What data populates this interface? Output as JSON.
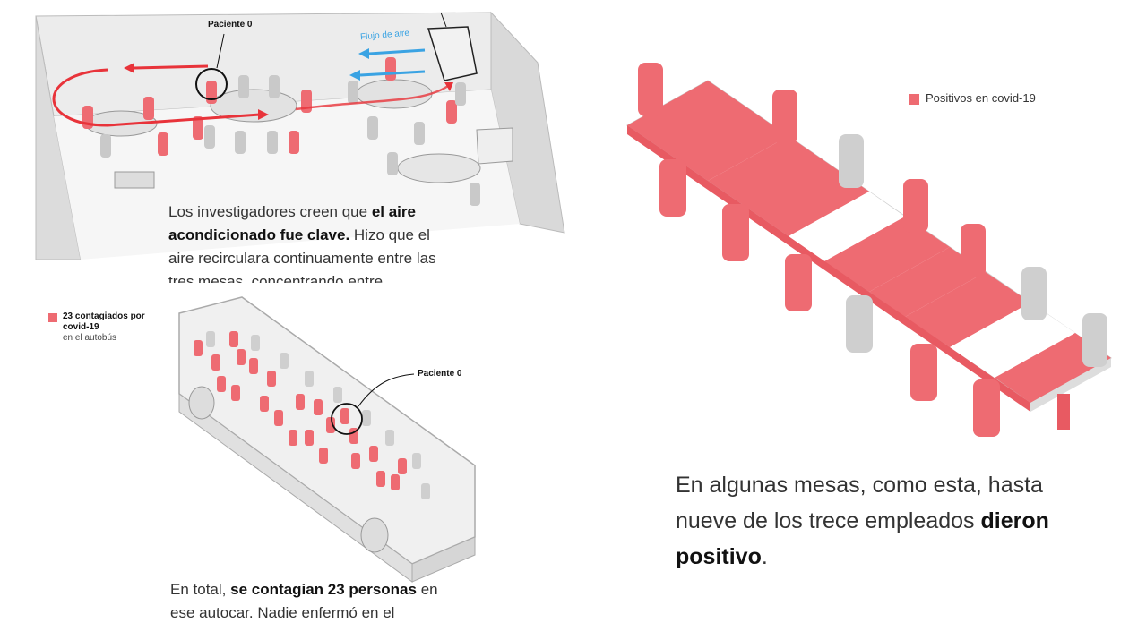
{
  "restaurant": {
    "patient_label": "Paciente 0",
    "airflow_label": "Flujo de aire",
    "caption": {
      "text_1": "Los investigadores creen que ",
      "bold": "el aire acondicionado fue clave.",
      "text_2": " Hizo que el aire recirculara continuamente entre las tres mesas, concentrando entre"
    }
  },
  "bus": {
    "legend_bold": "23 contagiados por covid-19",
    "legend_normal": "en el autobús",
    "patient_label": "Paciente 0",
    "caption": {
      "text_1": "En total, ",
      "bold": "se contagian 23 personas",
      "text_2": " en ese autocar. Nadie enfermó en el"
    }
  },
  "office": {
    "legend": "Positivos en covid-19",
    "caption": {
      "text_1": "En algunas mesas, como esta, hasta nueve de los trece empleados ",
      "bold": "dieron positivo",
      "text_2": "."
    }
  },
  "colors": {
    "positive": "#ee6b72",
    "negative": "#c9c9c9",
    "airflow_hot": "#e8333a",
    "airflow_cold": "#3aa3e3",
    "wall": "#e6e6e6"
  }
}
